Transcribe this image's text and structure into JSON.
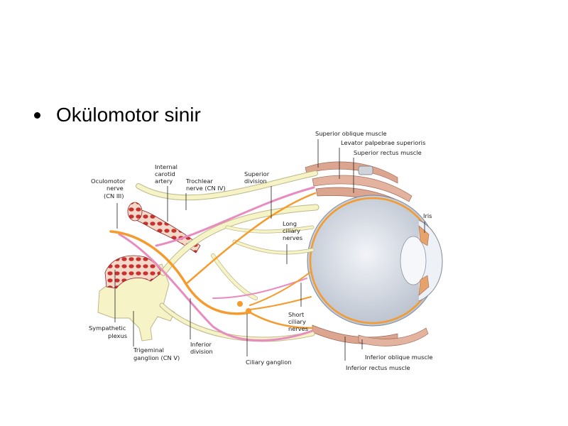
{
  "slide": {
    "bullet": "Okülomotor sinir"
  },
  "figure": {
    "labels": {
      "superior_oblique": "Superior oblique muscle",
      "levator": "Levator palpebrae superioris",
      "superior_rectus": "Superior rectus muscle",
      "internal_carotid_1": "Internal",
      "internal_carotid_2": "carotid",
      "internal_carotid_3": "artery",
      "oculomotor_1": "Oculomotor",
      "oculomotor_2": "nerve",
      "oculomotor_3": "(CN III)",
      "trochlear_1": "Trochlear",
      "trochlear_2": "nerve (CN IV)",
      "superior_division_1": "Superior",
      "superior_division_2": "division",
      "iris": "Iris",
      "long_ciliary_1": "Long",
      "long_ciliary_2": "ciliary",
      "long_ciliary_3": "nerves",
      "sympathetic_1": "Sympathetic",
      "sympathetic_2": "plexus",
      "inferior_division_1": "Inferior",
      "inferior_division_2": "division",
      "short_ciliary_1": "Short",
      "short_ciliary_2": "ciliary",
      "short_ciliary_3": "nerves",
      "trigeminal_1": "Trigeminal",
      "trigeminal_2": "ganglion (CN V)",
      "ciliary_ganglion": "Ciliary ganglion",
      "inferior_oblique": "Inferior oblique muscle",
      "inferior_rectus": "Inferior rectus muscle"
    },
    "colors": {
      "nerve": "#f6f3c6",
      "nerve_stroke": "#bcb78a",
      "oculomotor": "#f59a2c",
      "sympathetic": "#e88cc0",
      "muscle": "#dca58f",
      "artery": "#c9312f",
      "eye": "#d8dde6"
    }
  }
}
